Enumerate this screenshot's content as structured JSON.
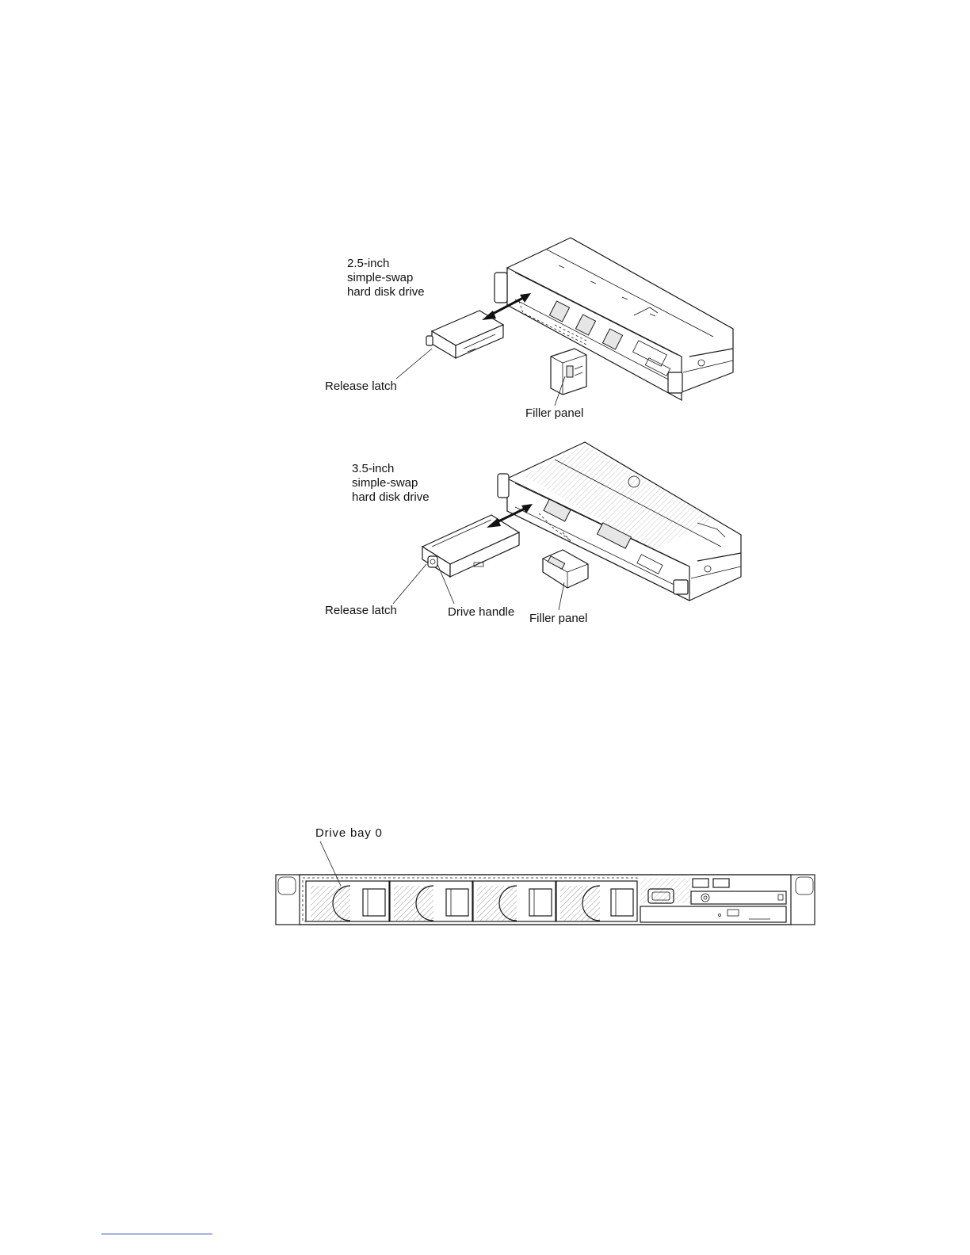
{
  "figure1": {
    "drive_label": [
      "2.5-inch",
      "simple-swap",
      "hard disk drive"
    ],
    "release_latch": "Release latch",
    "filler_panel": "Filler panel"
  },
  "figure2": {
    "drive_label": [
      "3.5-inch",
      "simple-swap",
      "hard disk drive"
    ],
    "release_latch": "Release latch",
    "drive_handle": "Drive handle",
    "filler_panel": "Filler panel"
  },
  "figure3": {
    "drive_bay_label": "Drive bay 0"
  }
}
